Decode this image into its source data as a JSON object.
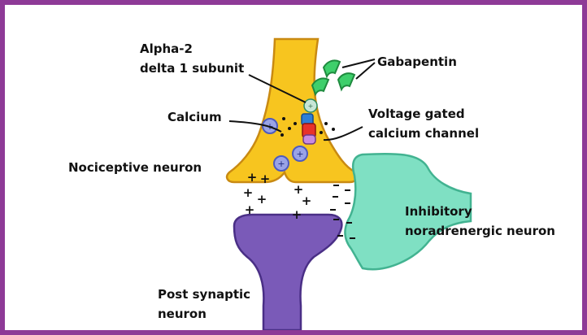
{
  "diagram": {
    "labels": {
      "alpha2": [
        "Alpha-2",
        "delta 1 subunit"
      ],
      "gabapentin": "Gabapentin",
      "calcium": "Calcium",
      "vgcc": [
        "Voltage gated",
        "calcium channel"
      ],
      "nociceptive": "Nociceptive neuron",
      "inhibitory": [
        "Inhibitory",
        "noradrenergic neuron"
      ],
      "postsynaptic": [
        "Post synaptic",
        "neuron"
      ]
    },
    "colors": {
      "frame": "#8e3a97",
      "nociceptive_neuron": "#f7c51f",
      "inhibitory_neuron": "#7fe0c3",
      "postsynaptic_neuron": "#7a5ab8",
      "gabapentin": "#3ecf6b",
      "calcium_ion": "#9aa3e6",
      "channel_red": "#e8322a",
      "channel_blue": "#2f7fd6",
      "channel_purple": "#c98be0"
    }
  }
}
